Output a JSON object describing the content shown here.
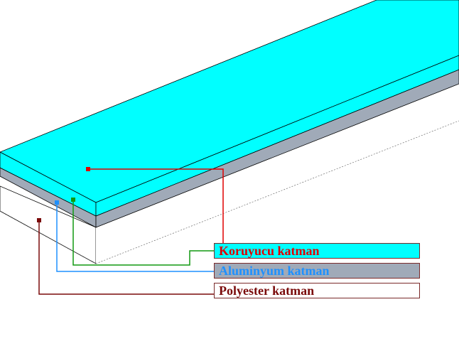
{
  "layers": [
    {
      "key": "protective",
      "label": "Koruyucu katman",
      "fill": "#00ffff",
      "text_color": "#e00000",
      "leader_color": "#e00000"
    },
    {
      "key": "aluminum",
      "label": "Aluminyum katman",
      "fill": "#a0aab8",
      "text_color": "#1e90ff",
      "leader_color": "#1e90ff"
    },
    {
      "key": "polyester",
      "label": "Polyester katman",
      "fill": "#ffffff",
      "text_color": "#7a0a0a",
      "leader_color": "#7a0a0a"
    }
  ],
  "colors": {
    "green_leader": "#119911",
    "outline": "#000000"
  }
}
